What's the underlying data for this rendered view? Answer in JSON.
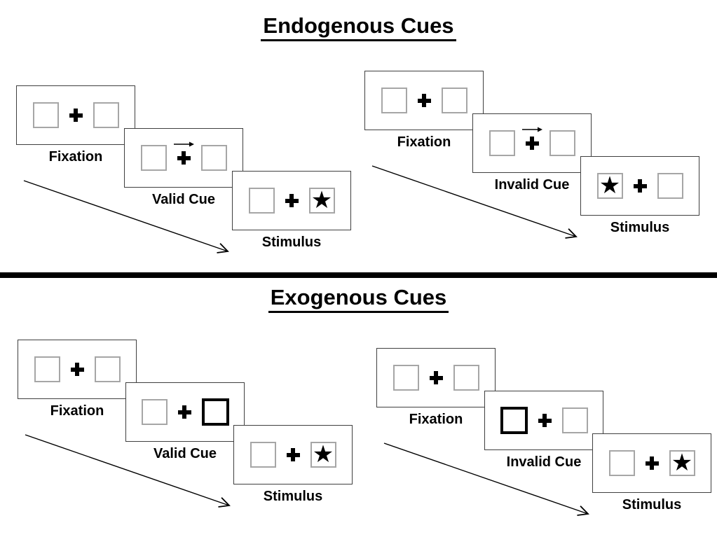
{
  "page": {
    "background": "#ffffff"
  },
  "colors": {
    "ink": "#000000",
    "panel_border": "#3f3f3f",
    "box_border": "#a6a6a6",
    "divider": "#000000"
  },
  "glyphs": {
    "star": "★"
  },
  "sections": [
    {
      "id": "endogenous",
      "title": "Endogenous Cues",
      "trials": [
        {
          "id": "endogenous-valid",
          "panels": [
            {
              "type": "fixation",
              "label": "Fixation",
              "left_box": "empty",
              "right_box": "empty",
              "cue_arrow": false
            },
            {
              "type": "cue",
              "label": "Valid Cue",
              "left_box": "empty",
              "right_box": "empty",
              "cue_arrow": true
            },
            {
              "type": "stimulus",
              "label": "Stimulus",
              "left_box": "empty",
              "right_box": "star",
              "cue_arrow": false
            }
          ]
        },
        {
          "id": "endogenous-invalid",
          "panels": [
            {
              "type": "fixation",
              "label": "Fixation",
              "left_box": "empty",
              "right_box": "empty",
              "cue_arrow": false
            },
            {
              "type": "cue",
              "label": "Invalid Cue",
              "left_box": "empty",
              "right_box": "empty",
              "cue_arrow": true
            },
            {
              "type": "stimulus",
              "label": "Stimulus",
              "left_box": "star",
              "right_box": "empty",
              "cue_arrow": false
            }
          ]
        }
      ]
    },
    {
      "id": "exogenous",
      "title": "Exogenous Cues",
      "trials": [
        {
          "id": "exogenous-valid",
          "panels": [
            {
              "type": "fixation",
              "label": "Fixation",
              "left_box": "empty",
              "right_box": "empty",
              "cue_arrow": false
            },
            {
              "type": "cue",
              "label": "Valid Cue",
              "left_box": "empty",
              "right_box": "highlight",
              "cue_arrow": false
            },
            {
              "type": "stimulus",
              "label": "Stimulus",
              "left_box": "empty",
              "right_box": "star",
              "cue_arrow": false
            }
          ]
        },
        {
          "id": "exogenous-invalid",
          "panels": [
            {
              "type": "fixation",
              "label": "Fixation",
              "left_box": "empty",
              "right_box": "empty",
              "cue_arrow": false
            },
            {
              "type": "cue",
              "label": "Invalid Cue",
              "left_box": "highlight",
              "right_box": "empty",
              "cue_arrow": false
            },
            {
              "type": "stimulus",
              "label": "Stimulus",
              "left_box": "empty",
              "right_box": "star",
              "cue_arrow": false
            }
          ]
        }
      ]
    }
  ]
}
